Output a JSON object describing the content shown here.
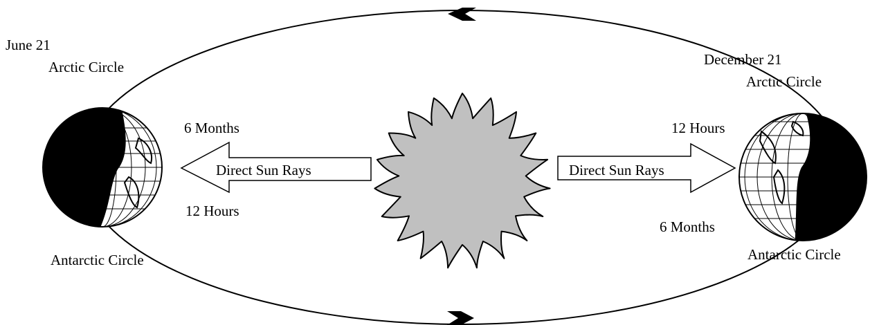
{
  "colors": {
    "line": "#000000",
    "sun_fill": "#c0c0c0",
    "night_side": "#000000",
    "day_side": "#ffffff",
    "background": "#ffffff"
  },
  "left_earth": {
    "date": "June 21",
    "top_label": "Arctic Circle",
    "bottom_label": "Antarctic Circle",
    "upper_duration": "6 Months",
    "lower_duration": "12 Hours"
  },
  "right_earth": {
    "date": "December 21",
    "top_label": "Arctic Circle",
    "bottom_label": "Antarctic Circle",
    "upper_duration": "12 Hours",
    "lower_duration": "6 Months"
  },
  "arrows": {
    "left_label": "Direct Sun Rays",
    "right_label": "Direct Sun Rays"
  },
  "icons": {
    "sun": "sun-icon",
    "earth": "globe-icon",
    "orbit_direction": "chevron-icon"
  }
}
